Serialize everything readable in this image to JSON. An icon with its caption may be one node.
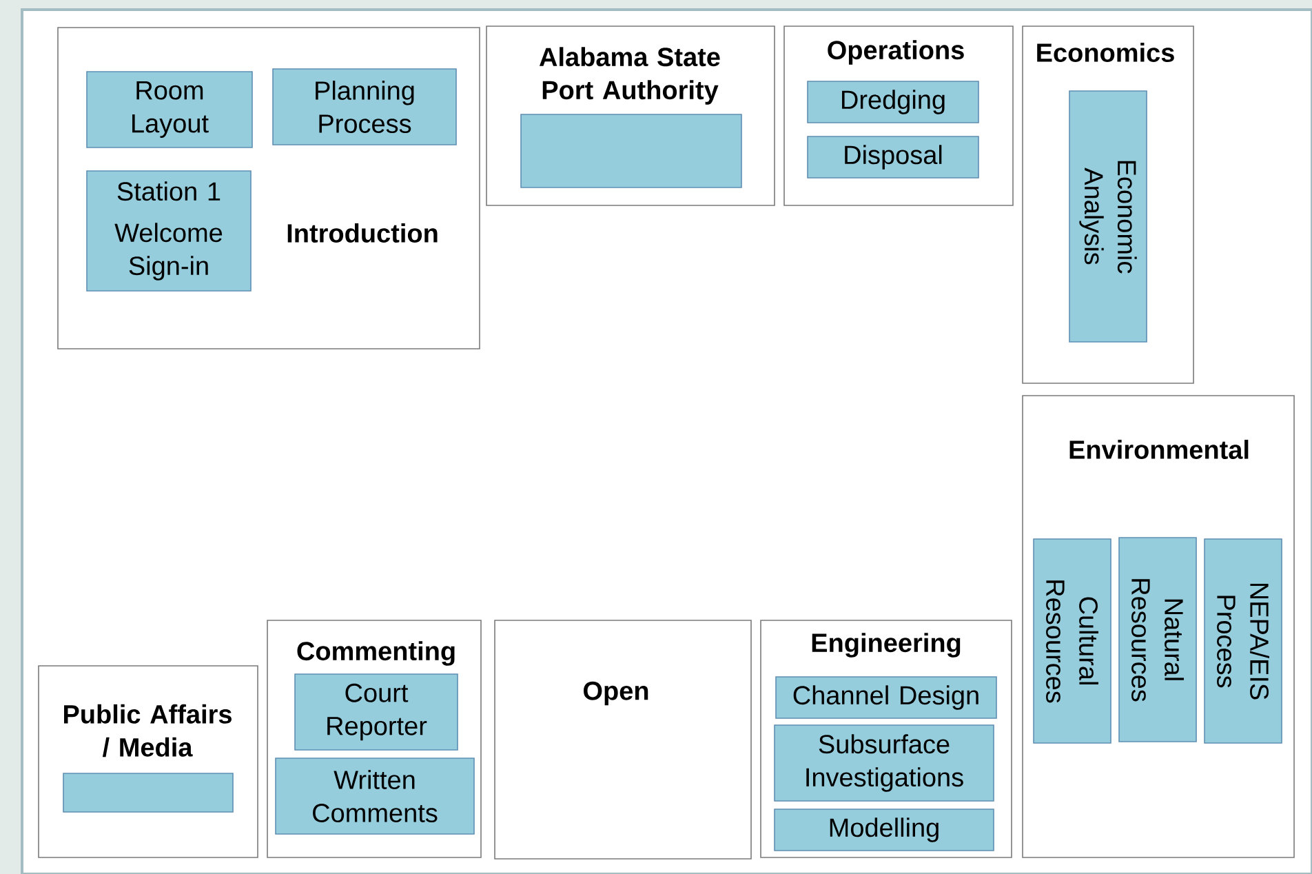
{
  "diagram": {
    "nodes": [
      {
        "text": [
          "Introduction"
        ]
      },
      {
        "text": [
          "Room Layout"
        ],
        "in": 0
      },
      {
        "text": [
          "Planning Process"
        ],
        "in": 0
      },
      {
        "text": [
          "Station 1",
          "Welcome Sign-in"
        ],
        "in": 0
      },
      {
        "text": [
          "Alabama State Port Authority"
        ]
      },
      {
        "text": [],
        "shape": "box",
        "in": 4
      },
      {
        "text": [
          "Operations"
        ]
      },
      {
        "text": [
          "Dredging"
        ],
        "in": 6
      },
      {
        "text": [
          "Disposal"
        ],
        "in": 6
      },
      {
        "text": [
          "Economics"
        ]
      },
      {
        "text": [
          "Economic Analysis"
        ],
        "in": 9
      },
      {
        "text": [
          "Environmental"
        ]
      },
      {
        "text": [
          "Cultural Resources"
        ],
        "in": 11
      },
      {
        "text": [
          "Natural Resources"
        ],
        "in": 11
      },
      {
        "text": [
          "NEPA/EIS Process"
        ],
        "in": 11
      },
      {
        "text": [
          "Public Affairs / Media"
        ]
      },
      {
        "text": [],
        "shape": "box",
        "in": 15
      },
      {
        "text": [
          "Commenting"
        ]
      },
      {
        "text": [
          "Court Reporter"
        ],
        "in": 17
      },
      {
        "text": [
          "Written Comments"
        ],
        "in": 17
      },
      {
        "text": [
          "Open"
        ]
      },
      {
        "text": [
          "Engineering"
        ]
      },
      {
        "text": [
          "Channel Design"
        ],
        "in": 21
      },
      {
        "text": [
          "Subsurface Investigations"
        ],
        "in": 21
      },
      {
        "text": [
          "Modelling"
        ],
        "in": 21
      }
    ]
  }
}
